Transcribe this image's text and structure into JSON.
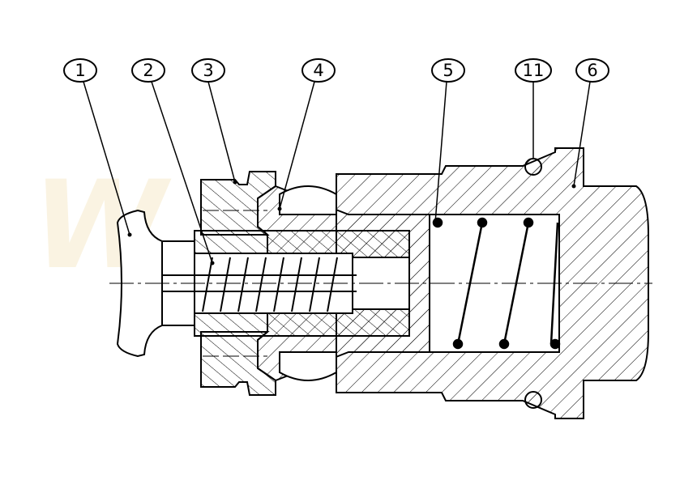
{
  "drawing": {
    "title": "Valve assembly cross-section",
    "watermark": "W",
    "part_labels": [
      "1",
      "2",
      "3",
      "4",
      "5",
      "11",
      "6"
    ],
    "colors": {
      "line": "#000000",
      "watermark": "#f5e6c0",
      "background": "#ffffff"
    }
  }
}
